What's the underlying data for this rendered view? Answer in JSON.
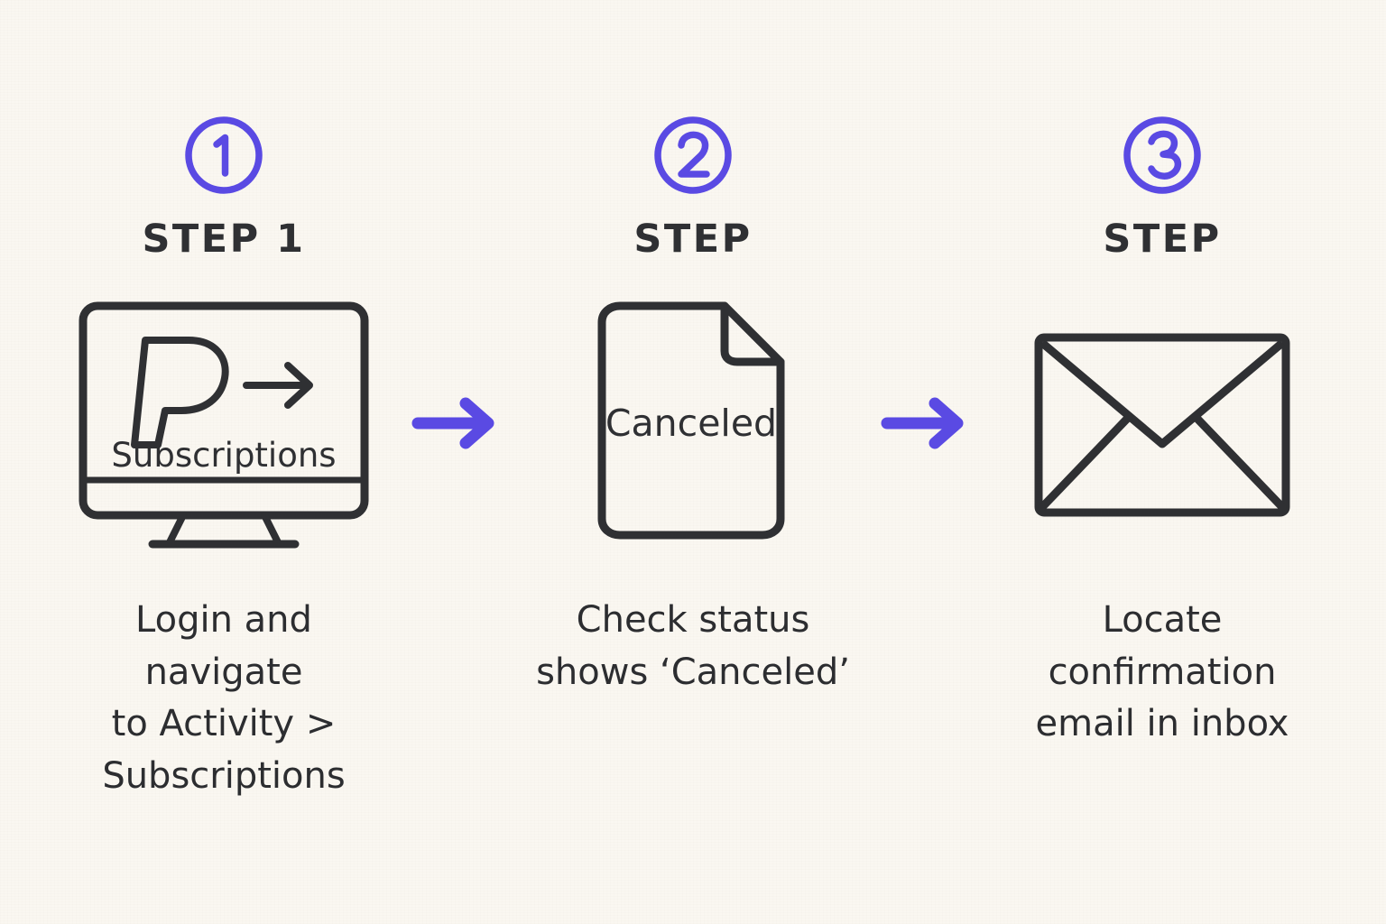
{
  "theme": {
    "background": "#faf7f1",
    "ink": "#2f3033",
    "accent": "#5a4ae3"
  },
  "diagram": {
    "type": "process-flow",
    "orientation": "horizontal",
    "step_count": 3,
    "connector_icon": "arrow-right-icon"
  },
  "steps": [
    {
      "number": "1",
      "badge_icon": "circled-number-1-icon",
      "label": "STEP 1",
      "icon": "desktop-monitor-icon",
      "screen": {
        "brand_glyph": "paypal-p-icon",
        "arrow_glyph": "arrow-right-icon",
        "screen_text": "Subscriptions"
      },
      "caption_lines": [
        "Login and navigate",
        "to Activity >",
        "Subscriptions"
      ],
      "caption_text": "Login and navigate to Activity > Subscriptions"
    },
    {
      "number": "2",
      "badge_icon": "circled-number-2-icon",
      "label": "STEP",
      "icon": "document-page-icon",
      "document": {
        "status_text": "Canceled",
        "corner": "folded-corner"
      },
      "caption_lines": [
        "Check status",
        "shows ‘Canceled’"
      ],
      "caption_text": "Check status shows ‘Canceled’"
    },
    {
      "number": "3",
      "badge_icon": "circled-number-3-icon",
      "label": "STEP",
      "icon": "envelope-icon",
      "caption_lines": [
        "Locate",
        "confirmation",
        "email in inbox"
      ],
      "caption_text": "Locate confirmation email in inbox"
    }
  ],
  "connectors": [
    {
      "icon": "arrow-right-icon",
      "from_step": "1",
      "to_step": "2"
    },
    {
      "icon": "arrow-right-icon",
      "from_step": "2",
      "to_step": "3"
    }
  ]
}
